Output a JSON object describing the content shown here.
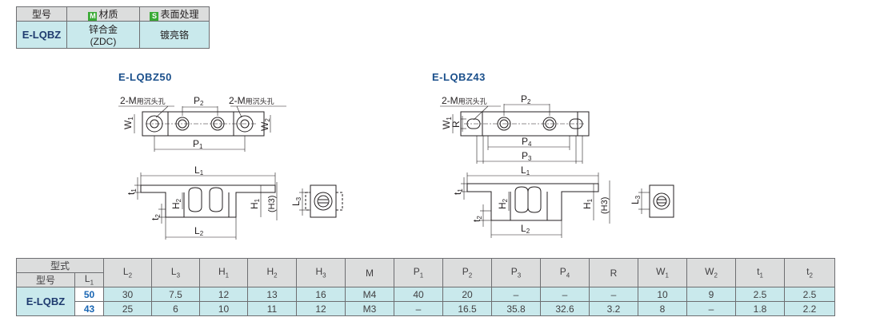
{
  "material_table": {
    "headers": [
      "型号",
      "材质",
      "表面处理"
    ],
    "header_tags": [
      "",
      "M",
      "S"
    ],
    "row": {
      "model": "E-LQBZ",
      "material_line1": "锌合金",
      "material_line2": "(ZDC)",
      "finish": "镀亮铬"
    }
  },
  "drawings": {
    "left_title": "E-LQBZ50",
    "right_title": "E-LQBZ43",
    "labels": {
      "hole_prefix": "2-M",
      "hole_suffix": "用沉头孔",
      "P1": "P",
      "P2": "P",
      "P3": "P",
      "P4": "P",
      "W1": "W",
      "W2": "W",
      "R": "R",
      "L1": "L",
      "L2": "L",
      "L3": "L",
      "H1": "H",
      "H2": "H",
      "H3": "(H3)",
      "t1": "t",
      "t2": "t"
    }
  },
  "dim_table": {
    "corner_top": "型式",
    "corner_model": "型号",
    "corner_l1": "L1",
    "columns": [
      "L2",
      "L3",
      "H1",
      "H2",
      "H3",
      "M",
      "P1",
      "P2",
      "P3",
      "P4",
      "R",
      "W1",
      "W2",
      "t1",
      "t2"
    ],
    "model": "E-LQBZ",
    "rows": [
      {
        "l1": "50",
        "values": [
          "30",
          "7.5",
          "12",
          "13",
          "16",
          "M4",
          "40",
          "20",
          "–",
          "–",
          "–",
          "10",
          "9",
          "2.5",
          "2.5"
        ]
      },
      {
        "l1": "43",
        "values": [
          "25",
          "6",
          "10",
          "11",
          "12",
          "M3",
          "–",
          "16.5",
          "35.8",
          "32.6",
          "3.2",
          "8",
          "–",
          "1.8",
          "2.2"
        ]
      }
    ]
  }
}
